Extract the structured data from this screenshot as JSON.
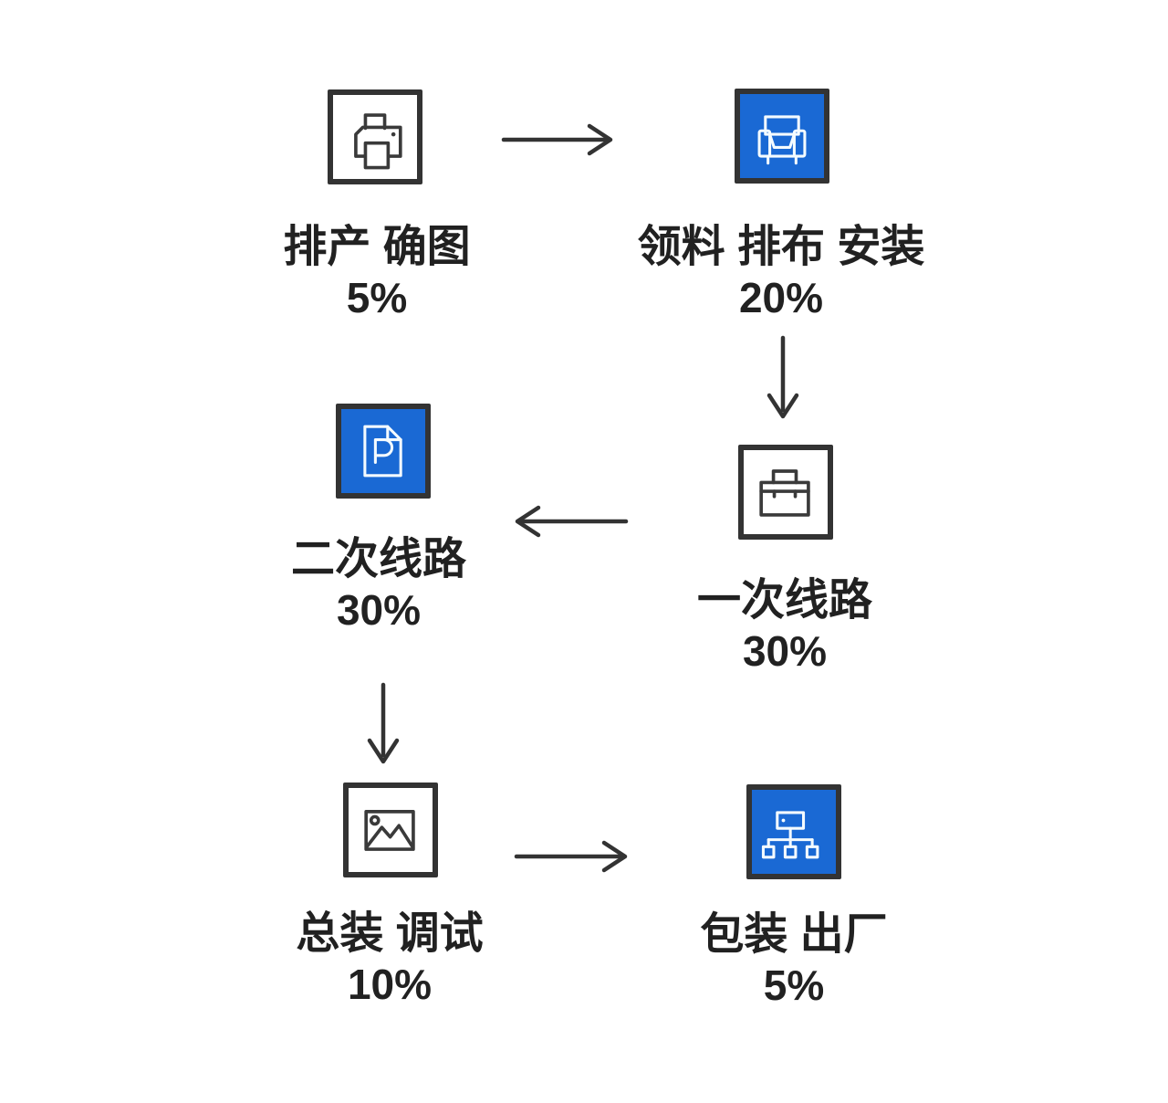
{
  "flow": {
    "type": "process-flow-diagram",
    "steps": [
      {
        "id": 1,
        "label": "排产 确图",
        "percent": "5%",
        "icon": "printer-icon",
        "variant": "outline"
      },
      {
        "id": 2,
        "label": "领料 排布 安装",
        "percent": "20%",
        "icon": "sofa-icon",
        "variant": "blue"
      },
      {
        "id": 3,
        "label": "一次线路",
        "percent": "30%",
        "icon": "briefcase-icon",
        "variant": "outline"
      },
      {
        "id": 4,
        "label": "二次线路",
        "percent": "30%",
        "icon": "document-p-icon",
        "variant": "blue"
      },
      {
        "id": 5,
        "label": "总装 调试",
        "percent": "10%",
        "icon": "image-icon",
        "variant": "outline"
      },
      {
        "id": 6,
        "label": "包装 出厂",
        "percent": "5%",
        "icon": "sitemap-icon",
        "variant": "blue"
      }
    ],
    "arrows": [
      {
        "from": 1,
        "to": 2,
        "direction": "right"
      },
      {
        "from": 2,
        "to": 3,
        "direction": "down"
      },
      {
        "from": 3,
        "to": 4,
        "direction": "left"
      },
      {
        "from": 4,
        "to": 5,
        "direction": "down"
      },
      {
        "from": 5,
        "to": 6,
        "direction": "right"
      }
    ],
    "colors": {
      "accent_blue": "#1a69d4",
      "outline_dark": "#333333",
      "text": "#212121",
      "background": "#ffffff"
    }
  }
}
